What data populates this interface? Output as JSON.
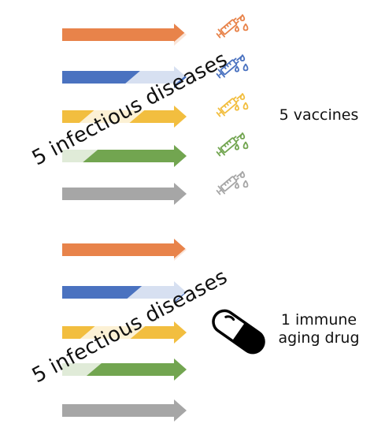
{
  "colors": {
    "orange": "#E8834A",
    "blue": "#4A72C0",
    "yellow": "#F2BE3F",
    "green": "#72A550",
    "gray": "#A6A6A6",
    "pill": "#000000"
  },
  "groups": [
    {
      "arrows": [
        "orange",
        "blue",
        "yellow",
        "green",
        "gray"
      ],
      "diagonal_label": "5 infectious diseases",
      "icon": "syringe-icon",
      "result_label": "5 vaccines"
    },
    {
      "arrows": [
        "orange",
        "blue",
        "yellow",
        "green",
        "gray"
      ],
      "diagonal_label": "5 infectious diseases",
      "icon": "pill-icon",
      "result_label": "1 immune aging drug"
    }
  ],
  "labels": {
    "top_diagonal": "5 infectious diseases",
    "top_result": "5 vaccines",
    "bottom_diagonal": "5 infectious diseases",
    "bottom_result_line1": "1 immune",
    "bottom_result_line2": "aging drug"
  }
}
